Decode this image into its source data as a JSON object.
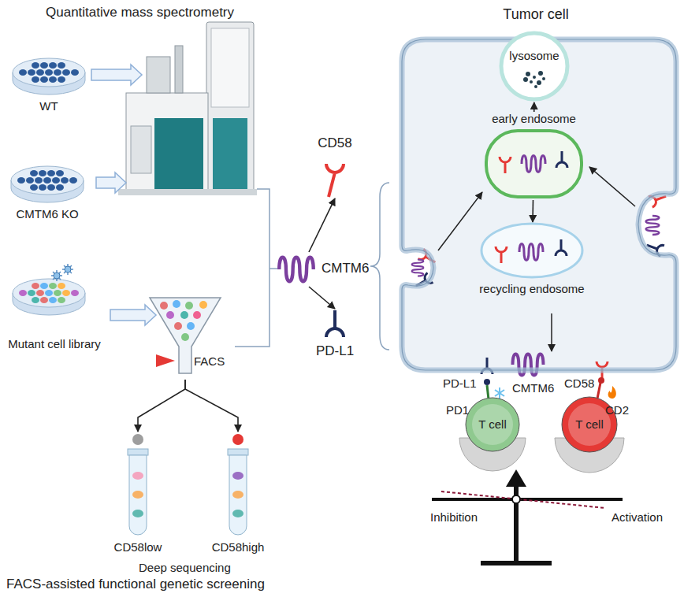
{
  "diagram": {
    "nodes": [
      {
        "text": [
          "Tumor cell"
        ]
      },
      {
        "text": [
          "lysosome"
        ],
        "in": 0
      },
      {
        "text": [
          "early endosome"
        ],
        "in": 0
      },
      {
        "text": [
          "recycling endosome"
        ],
        "in": 0
      },
      {
        "text": [
          "WT"
        ]
      },
      {
        "text": [
          "CMTM6 KO"
        ]
      },
      {
        "text": [
          "Mutant cell library"
        ]
      },
      {
        "text": [
          "FACS"
        ]
      },
      {
        "text": [
          "CD58low"
        ]
      },
      {
        "text": [
          "CD58high"
        ]
      },
      {
        "text": [
          "T cell"
        ]
      },
      {
        "text": [
          "T cell"
        ]
      },
      {
        "text": [
          "CMTM6"
        ]
      },
      {
        "text": [
          "CD58"
        ]
      },
      {
        "text": [
          "PD-L1"
        ]
      }
    ],
    "edges": [
      {
        "from": 12,
        "to": 13,
        "arrow": "to"
      },
      {
        "from": 12,
        "to": 14,
        "arrow": "to"
      },
      {
        "from": 7,
        "to": 8,
        "arrow": "to"
      },
      {
        "from": 7,
        "to": 9,
        "arrow": "to"
      },
      {
        "from": 2,
        "to": 1,
        "arrow": "to"
      },
      {
        "from": 2,
        "to": 3,
        "arrow": "to"
      }
    ],
    "labels": [
      "Quantitative mass spectrometry",
      "PD-L1",
      "CMTM6",
      "CD58",
      "PD1",
      "CD2",
      "Inhibition",
      "Activation",
      "Deep sequencing",
      "FACS-assisted functional genetic screening"
    ]
  }
}
